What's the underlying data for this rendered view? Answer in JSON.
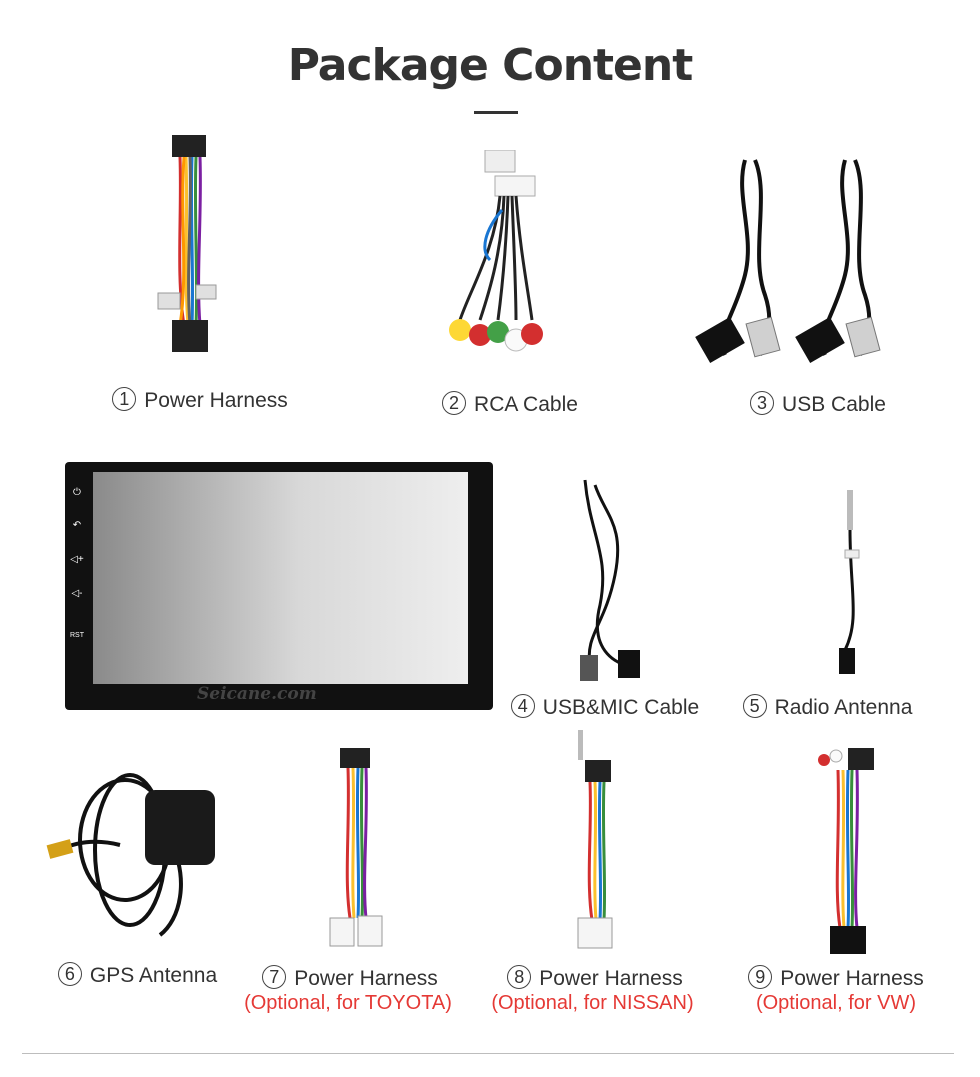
{
  "page": {
    "title": "Package Content"
  },
  "items": [
    {
      "num": "1",
      "label": "Power Harness"
    },
    {
      "num": "2",
      "label": "RCA Cable"
    },
    {
      "num": "3",
      "label": "USB Cable"
    },
    {
      "num": "4",
      "label": "USB&MIC Cable"
    },
    {
      "num": "5",
      "label": "Radio Antenna"
    },
    {
      "num": "6",
      "label": "GPS Antenna"
    },
    {
      "num": "7",
      "label": "Power Harness",
      "note": "(Optional, for TOYOTA)"
    },
    {
      "num": "8",
      "label": "Power Harness",
      "note": "(Optional, for NISSAN)"
    },
    {
      "num": "9",
      "label": "Power Harness",
      "note": "(Optional, for VW)"
    }
  ],
  "screen": {
    "watermark": "Seicane.com",
    "rst_label": "RST"
  },
  "colors": {
    "title": "#333333",
    "optional_note": "#e53935",
    "divider": "#bdbdbd"
  }
}
